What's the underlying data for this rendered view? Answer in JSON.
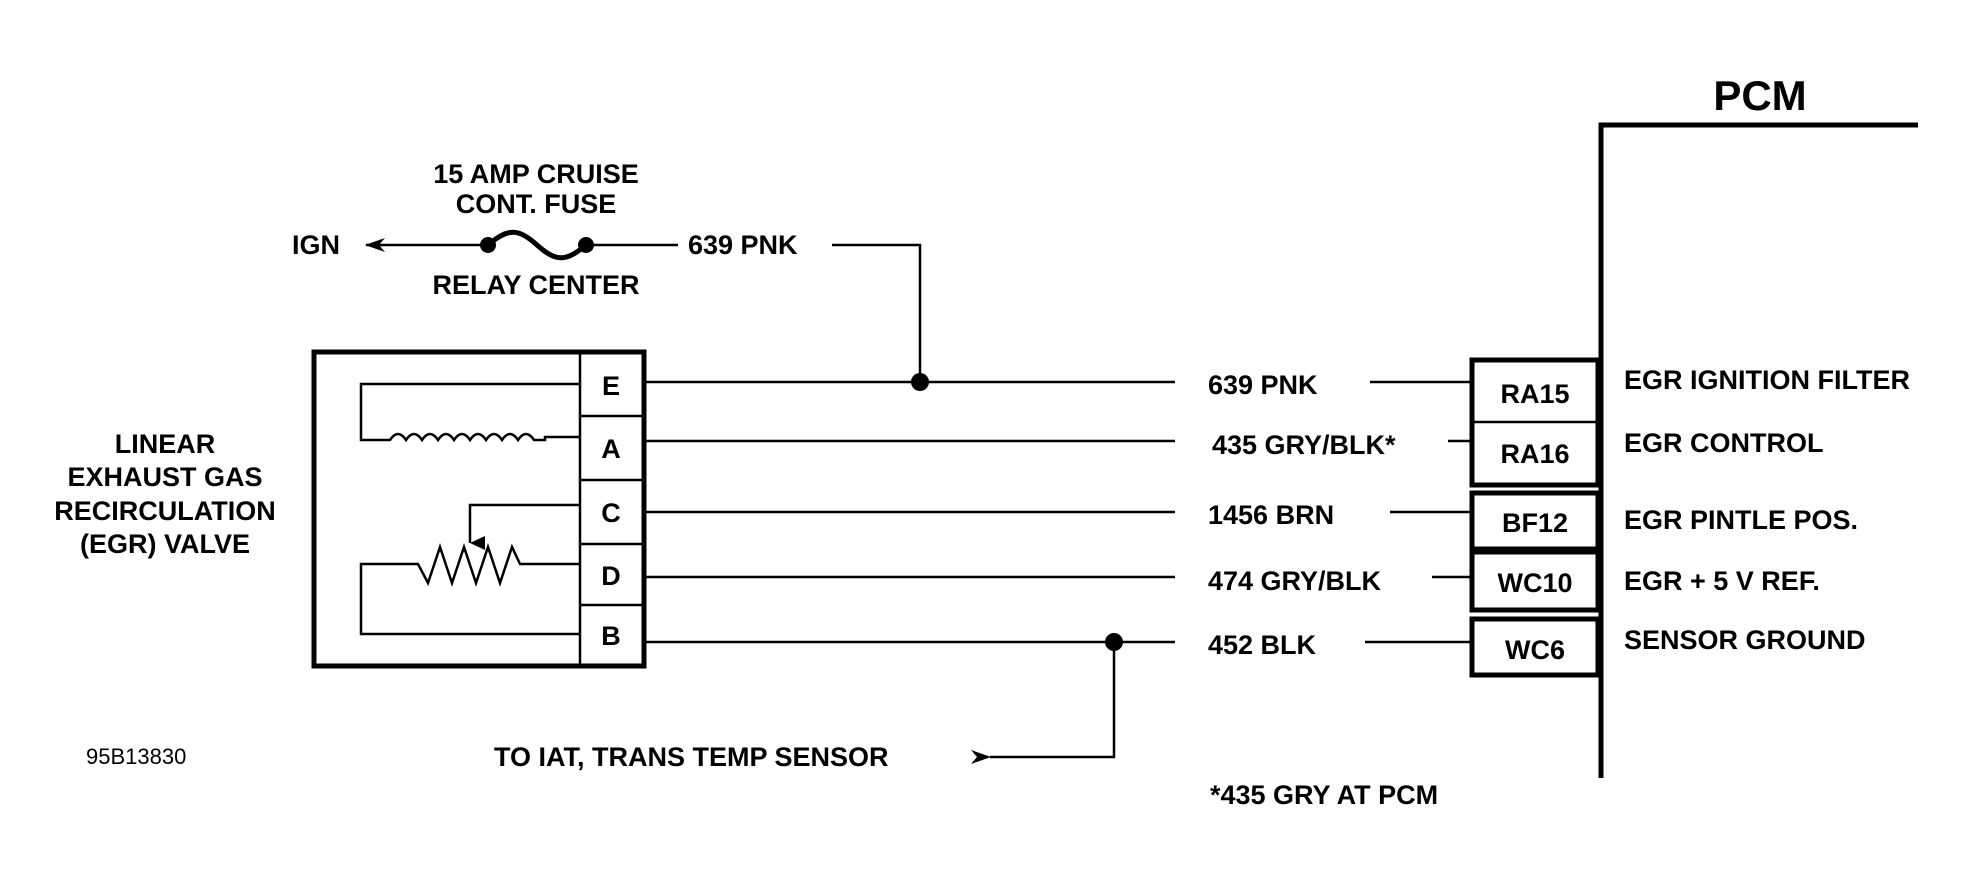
{
  "pcm": {
    "title": "PCM",
    "terminals": [
      {
        "id": "RA15",
        "function": "EGR IGNITION FILTER"
      },
      {
        "id": "RA16",
        "function": "EGR CONTROL"
      },
      {
        "id": "BF12",
        "function": "EGR PINTLE POS."
      },
      {
        "id": "WC10",
        "function": "EGR + 5 V REF."
      },
      {
        "id": "WC6",
        "function": "SENSOR GROUND"
      }
    ]
  },
  "egr_valve": {
    "label_lines": [
      "LINEAR",
      "EXHAUST GAS",
      "RECIRCULATION",
      "(EGR) VALVE"
    ],
    "pins": [
      "E",
      "A",
      "C",
      "D",
      "B"
    ]
  },
  "wires": [
    {
      "label": "639 PNK"
    },
    {
      "label": "435  GRY/BLK*"
    },
    {
      "label": "1456 BRN"
    },
    {
      "label": "474 GRY/BLK"
    },
    {
      "label": "452 BLK"
    }
  ],
  "fuse": {
    "name_lines": [
      "15 AMP CRUISE",
      "CONT. FUSE"
    ],
    "location": "RELAY CENTER",
    "source": "IGN",
    "wire": "639 PNK"
  },
  "ground_branch": "TO IAT, TRANS TEMP SENSOR",
  "footnote": "*435 GRY AT PCM",
  "figure_id": "95B13830"
}
